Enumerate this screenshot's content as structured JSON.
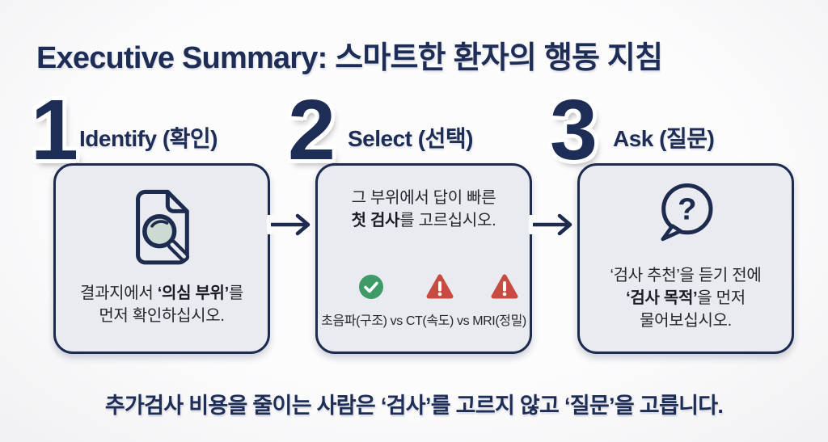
{
  "title": "Executive Summary: 스마트한 환자의 행동 지침",
  "colors": {
    "navy": "#1e2d55",
    "card_border": "#1d2b4e",
    "card_bg": "#e9ebf0",
    "check_green": "#3e9a66",
    "warning_red": "#c74b40",
    "lens_fill": "#cdd9d3"
  },
  "steps": [
    {
      "number": "1",
      "heading": "Identify (확인)",
      "icon": "document-search-icon",
      "body": {
        "pre": "결과지에서 ",
        "bold": "‘의심 부위’",
        "post": "를",
        "line2": "먼저 확인하십시오."
      }
    },
    {
      "number": "2",
      "heading": "Select (선택)",
      "icons": [
        "check-icon",
        "warning-icon",
        "warning-icon"
      ],
      "body": {
        "line1": "그 부위에서 답이 빠른",
        "bold": "첫 검사",
        "post": "를 고르십시오."
      },
      "caption": "초음파(구조) vs CT(속도) vs MRI(정밀)"
    },
    {
      "number": "3",
      "heading": "Ask (질문)",
      "icon": "question-bubble-icon",
      "icon_glyph": "?",
      "body": {
        "line1": "‘검사 추천’을 듣기 전에",
        "bold": "‘검사 목적’",
        "post": "을 먼저",
        "line3": "물어보십시오."
      }
    }
  ],
  "arrows": [
    "arrow-right-icon",
    "arrow-right-icon"
  ],
  "footer": "추가검사 비용을 줄이는 사람은 ‘검사’를 고르지 않고 ‘질문’을 고릅니다."
}
